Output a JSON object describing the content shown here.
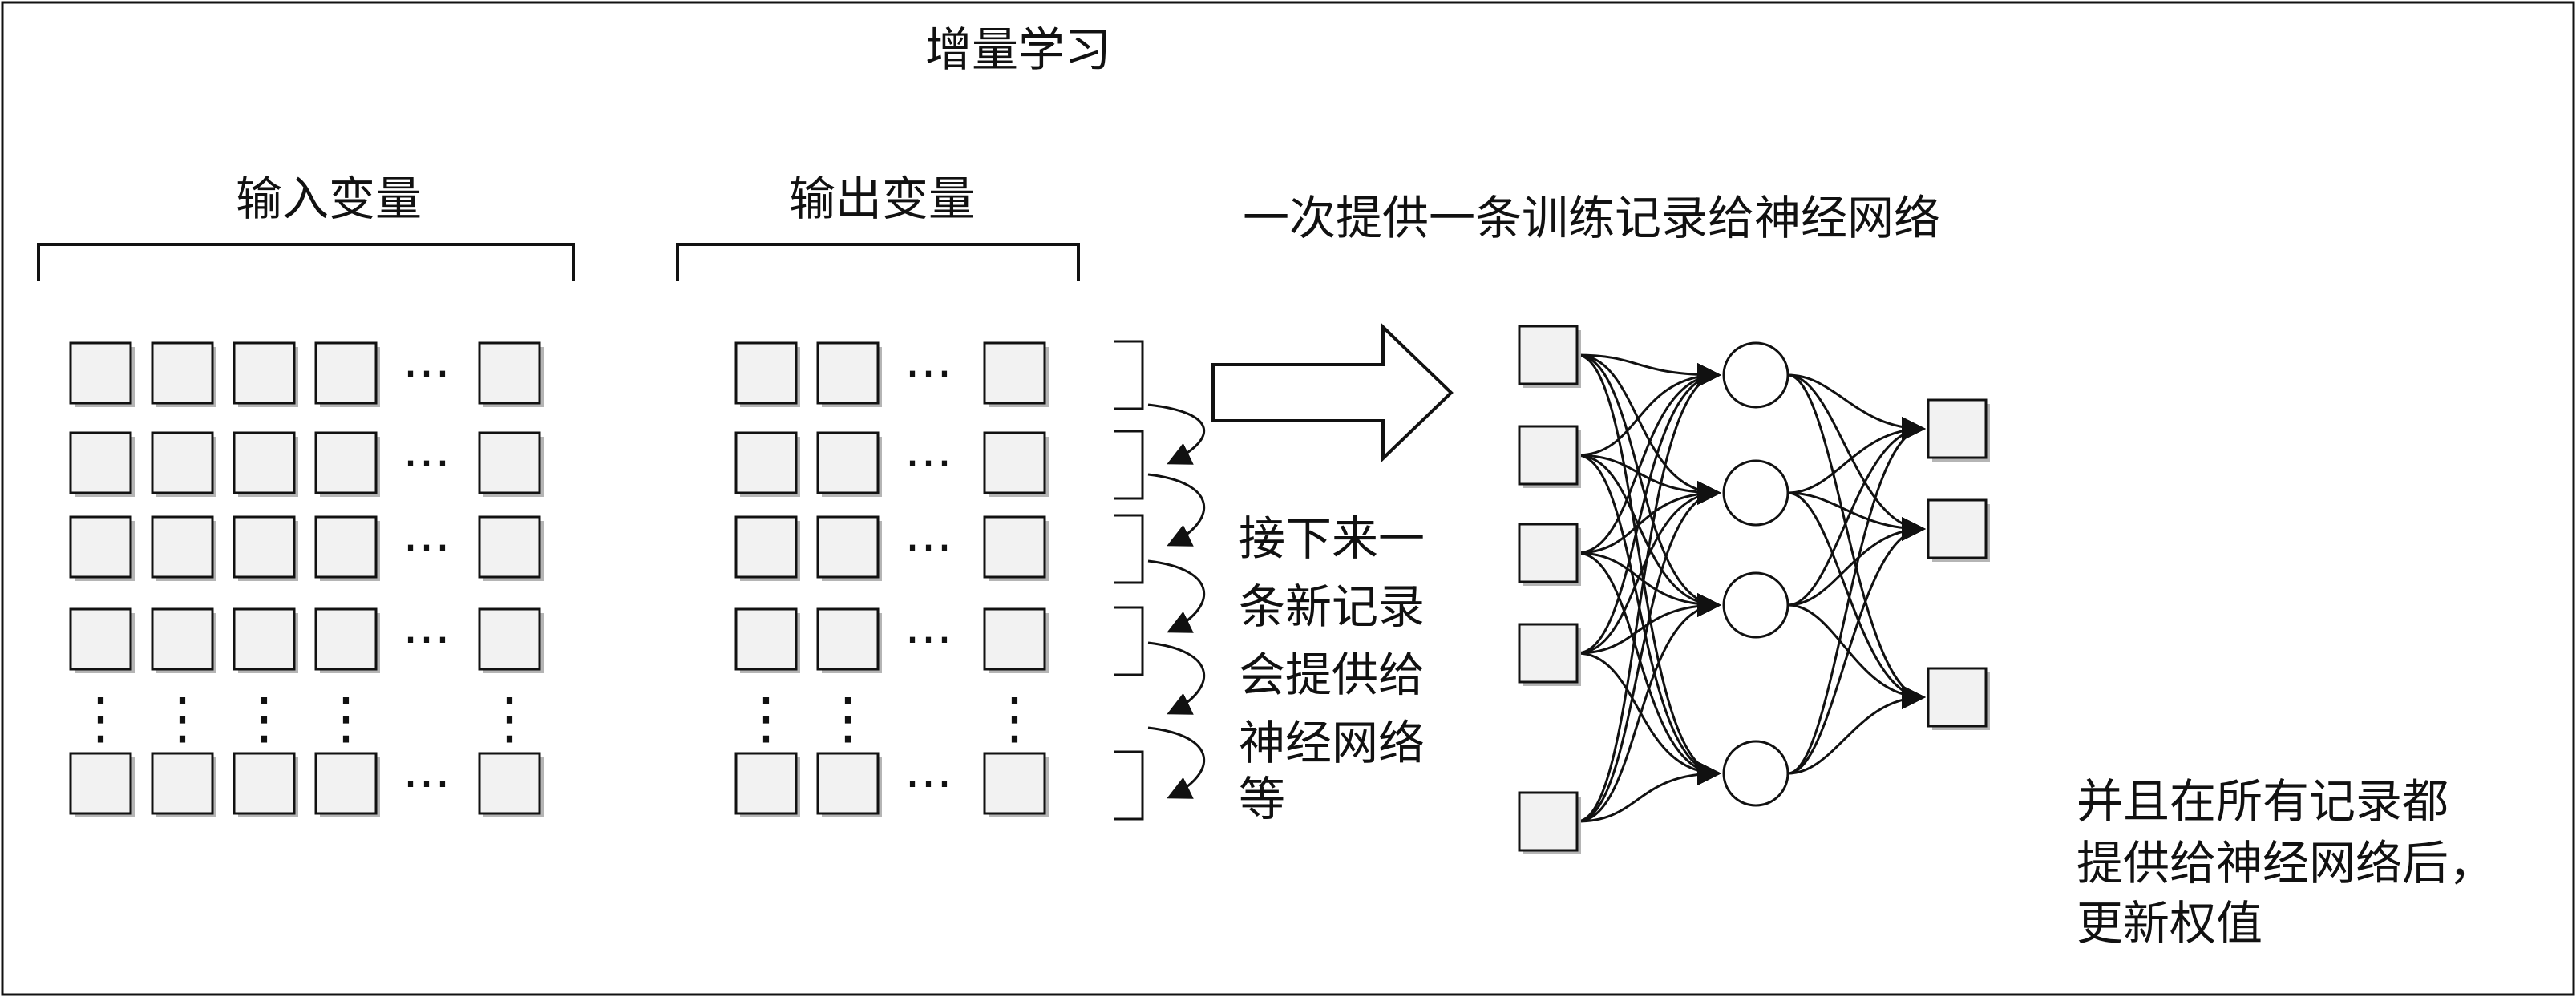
{
  "title": "增量学习",
  "input_label": "输入变量",
  "output_label": "输出变量",
  "top_note": "一次提供一条训练记录给神经网络",
  "middle_note": [
    "接下来一",
    "条新记录",
    "会提供给",
    "神经网络",
    "等"
  ],
  "bottom_note": [
    "并且在所有记录都",
    "提供给神经网络后，",
    "更新权值"
  ],
  "ellipsis": "…",
  "vertical_ellipsis": "⋮",
  "network": {
    "inputs": 5,
    "hidden": 4,
    "outputs": 3
  },
  "colors": {
    "line": "#111111",
    "box_fill": "#f2f2f2",
    "box_shadow": "#b5b5b5",
    "arrow_fill": "#ffffff"
  }
}
